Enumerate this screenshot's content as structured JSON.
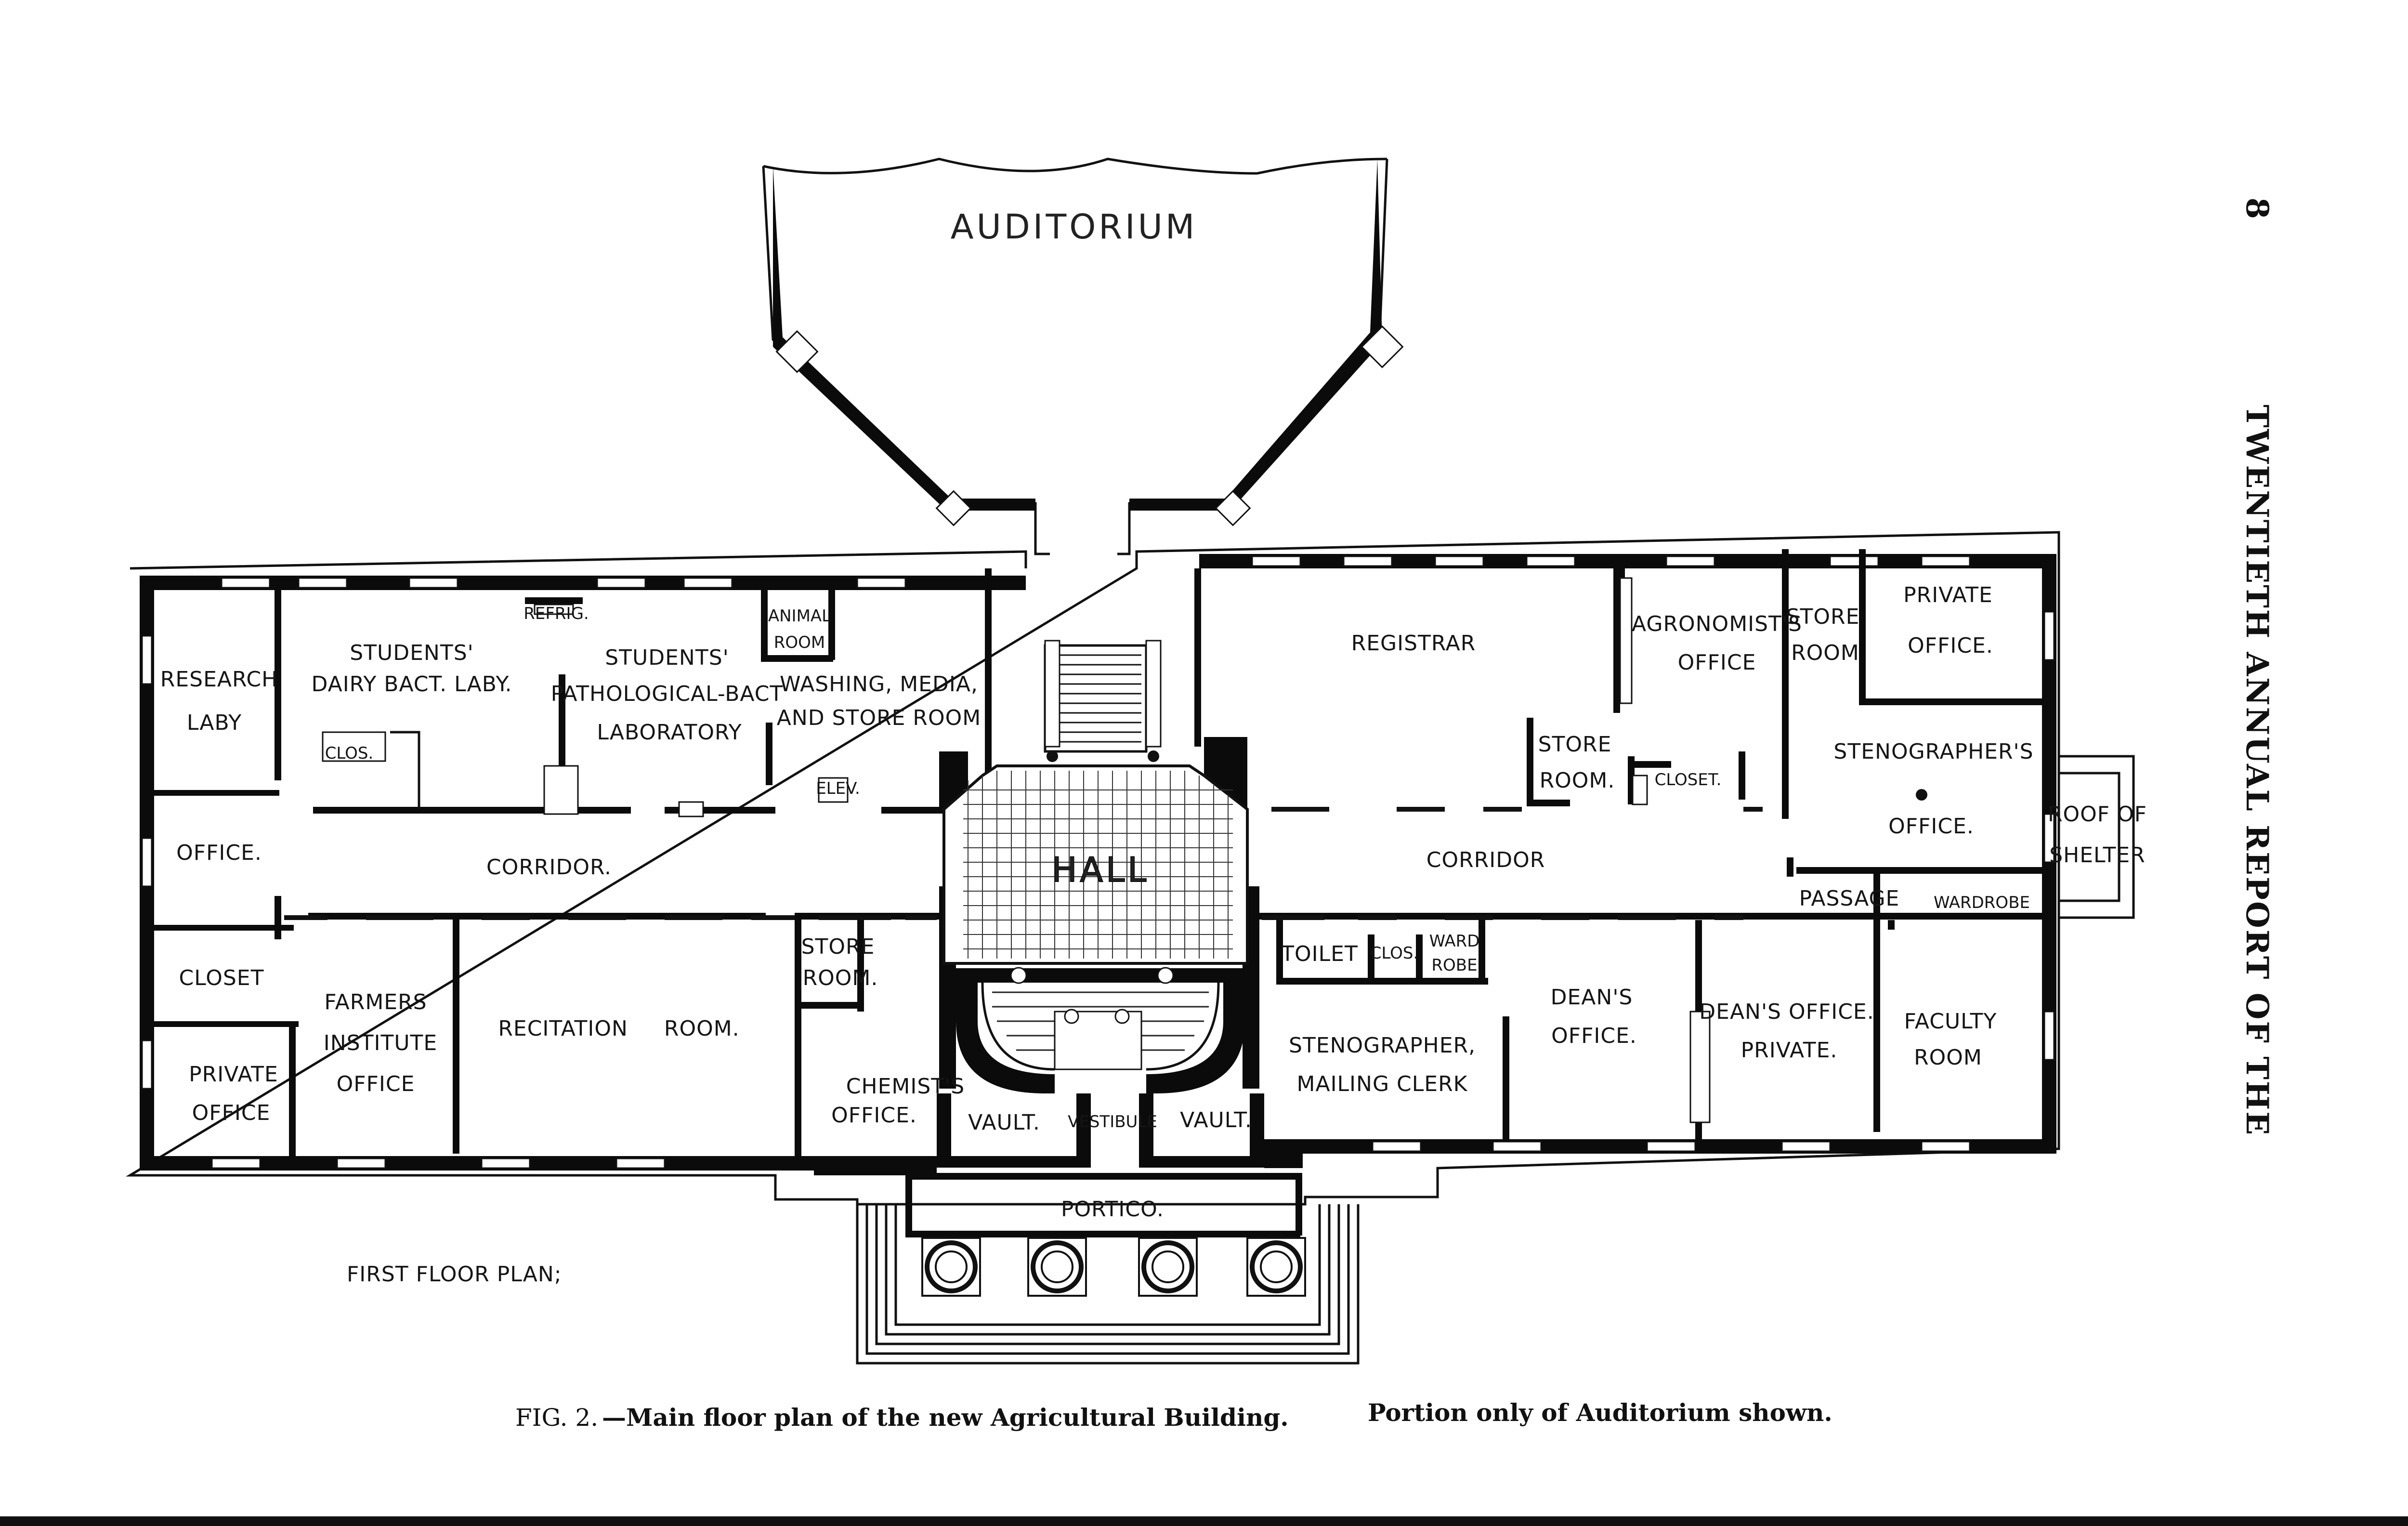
{
  "page_number": "8",
  "running_header": "TWENTIETH ANNUAL REPORT OF THE",
  "plan_title": "FIRST FLOOR PLAN;",
  "caption": {
    "figure": "FIG. 2.",
    "text": "—Main floor plan of the new Agricultural Building.",
    "note": "Portion only of Auditorium shown."
  },
  "rooms": {
    "auditorium": "AUDITORIUM",
    "research_1": "RESEARCH",
    "research_2": "LABY",
    "students_dairy_1": "STUDENTS'",
    "students_dairy_2": "DAIRY BACT. LABY.",
    "refrig": "REFRIG.",
    "students_path_1": "STUDENTS'",
    "students_path_2": "PATHOLOGICAL-BACT",
    "students_path_3": "LABORATORY",
    "animal_1": "ANIMAL",
    "animal_2": "ROOM",
    "washing_1": "WASHING, MEDIA,",
    "washing_2": "AND STORE ROOM",
    "clos_left": "CLOS.",
    "elev": "ELEV.",
    "office_left": "OFFICE.",
    "corridor_left": "CORRIDOR.",
    "closet_left": "CLOSET",
    "private_office_1": "PRIVATE",
    "private_office_2": "OFFICE",
    "farmers_1": "FARMERS",
    "farmers_2": "INSTITUTE",
    "farmers_3": "OFFICE",
    "recitation": "RECITATION     ROOM.",
    "store_room_left_1": "STORE",
    "store_room_left_2": "ROOM.",
    "chemists_1": "CHEMIST'S",
    "chemists_2": "OFFICE.",
    "hall": "HALL",
    "vault_left": "VAULT.",
    "vestibule": "VESTIBULE",
    "vault_right": "VAULT.",
    "portico": "PORTICO.",
    "registrar": "REGISTRAR",
    "agronomist_1": "AGRONOMIST'S",
    "agronomist_2": "OFFICE",
    "store_room_top_1": "STORE",
    "store_room_top_2": "ROOM",
    "private_office_r1": "PRIVATE",
    "private_office_r2": "OFFICE.",
    "store_room_mid_1": "STORE",
    "store_room_mid_2": "ROOM.",
    "closet_mid": "CLOSET.",
    "stenographers_1": "STENOGRAPHER'S",
    "stenographers_2": "OFFICE.",
    "corridor_right": "CORRIDOR",
    "passage": "PASSAGE",
    "wardrobe_right": "WARDROBE",
    "roof_1": "ROOF OF",
    "roof_2": "SHELTER",
    "toilet": "TOILET",
    "clos_right": "CLOS.",
    "ward_1": "WARD",
    "ward_2": "ROBE",
    "steno_clerk_1": "STENOGRAPHER,",
    "steno_clerk_2": "MAILING CLERK",
    "deans_1": "DEAN'S",
    "deans_2": "OFFICE.",
    "deans_private_1": "DEAN'S OFFICE.",
    "deans_private_2": "PRIVATE.",
    "faculty_1": "FACULTY",
    "faculty_2": "ROOM"
  }
}
